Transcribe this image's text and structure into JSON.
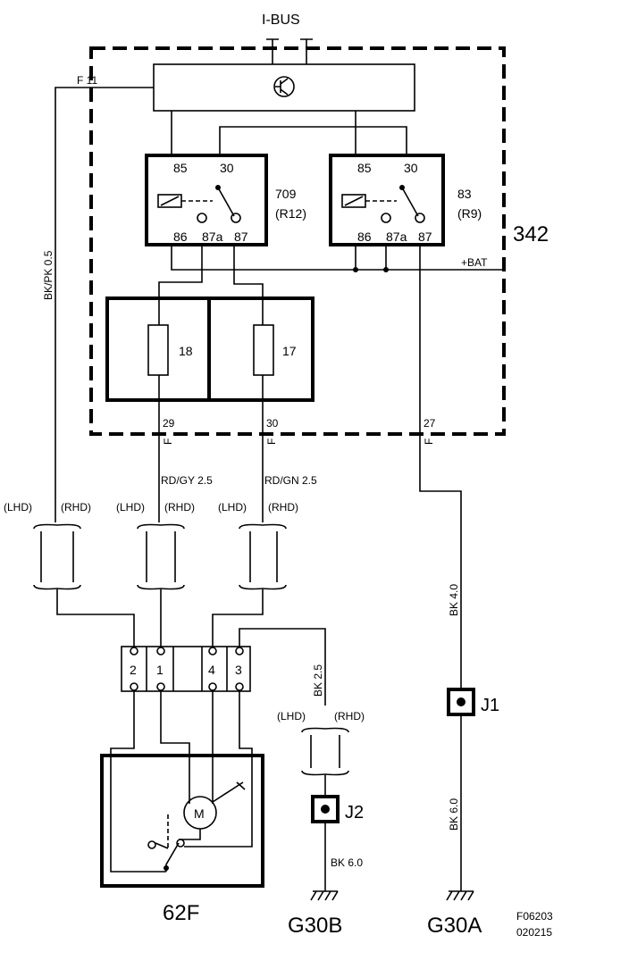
{
  "bus_label": "I-BUS",
  "module_label": "342",
  "bat_label": "+BAT",
  "relays": [
    {
      "number": "709",
      "position": "(R12)",
      "pins": [
        "85",
        "30",
        "86",
        "87a",
        "87"
      ]
    },
    {
      "number": "83",
      "position": "(R9)",
      "pins": [
        "85",
        "30",
        "86",
        "87a",
        "87"
      ]
    }
  ],
  "fuses": [
    "18",
    "17"
  ],
  "connector_pins": {
    "f11": "F 11",
    "f29": "29",
    "f30": "30",
    "f27": "27",
    "f": "F"
  },
  "wires": {
    "bkpk": "BK/PK   0.5",
    "rdgy": "RD/GY  2.5",
    "rdgn": "RD/GN  2.5",
    "bk_40": "BK    4.0",
    "bk_25": "BK    2.5",
    "bk_60_j2": "BK    6.0",
    "bk_60_j1": "BK    6.0"
  },
  "variants": {
    "lhd": "(LHD)",
    "rhd": "(RHD)"
  },
  "junctions": {
    "j1": "J1",
    "j2": "J2"
  },
  "motor_connector_pins": [
    "2",
    "1",
    "4",
    "3"
  ],
  "motor_symbol": "M",
  "component_label": "62F",
  "grounds": {
    "g30b": "G30B",
    "g30a": "G30A"
  },
  "figure_code": "F06203",
  "figure_date": "020215"
}
